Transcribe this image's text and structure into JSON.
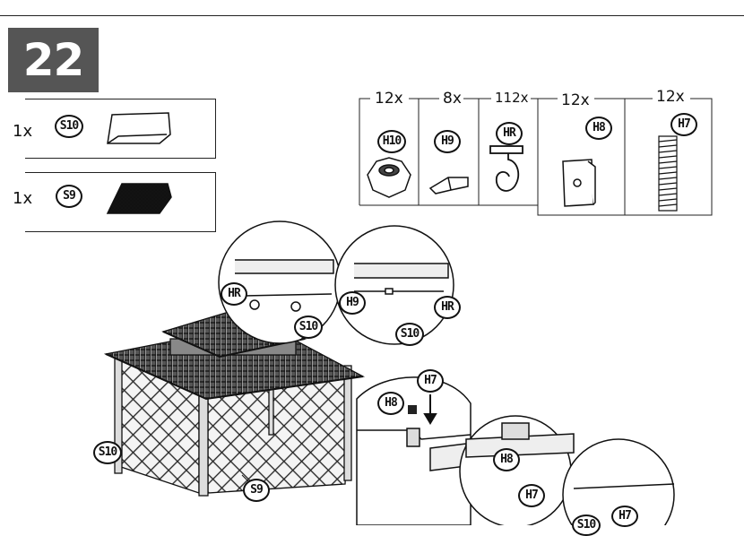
{
  "step": {
    "number": "22"
  },
  "parts": [
    {
      "qty": "1x",
      "code": "S10",
      "icon": "folded-panel-icon"
    },
    {
      "qty": "1x",
      "code": "S9",
      "icon": "mesh-panel-icon"
    }
  ],
  "hardware": [
    {
      "qty": "12x",
      "code": "H10",
      "icon": "star-knob-icon"
    },
    {
      "qty": "8x",
      "code": "H9",
      "icon": "clip-icon"
    },
    {
      "qty": "112x",
      "code": "HR",
      "icon": "hook-icon"
    },
    {
      "qty": "12x",
      "code": "H8",
      "icon": "bracket-icon"
    },
    {
      "qty": "12x",
      "code": "H7",
      "icon": "spring-icon"
    }
  ],
  "callouts": {
    "hr_top": "HR",
    "s10_top": "S10",
    "h9_detail": "H9",
    "hr_detail": "HR",
    "s10_detail": "S10",
    "s10_left": "S10",
    "s9_bottom": "S9",
    "h7_top": "H7",
    "h8_mid": "H8",
    "h8_detail": "H8",
    "h7_detail": "H7",
    "s10_bottom": "S10",
    "h7_bottom": "H7"
  }
}
